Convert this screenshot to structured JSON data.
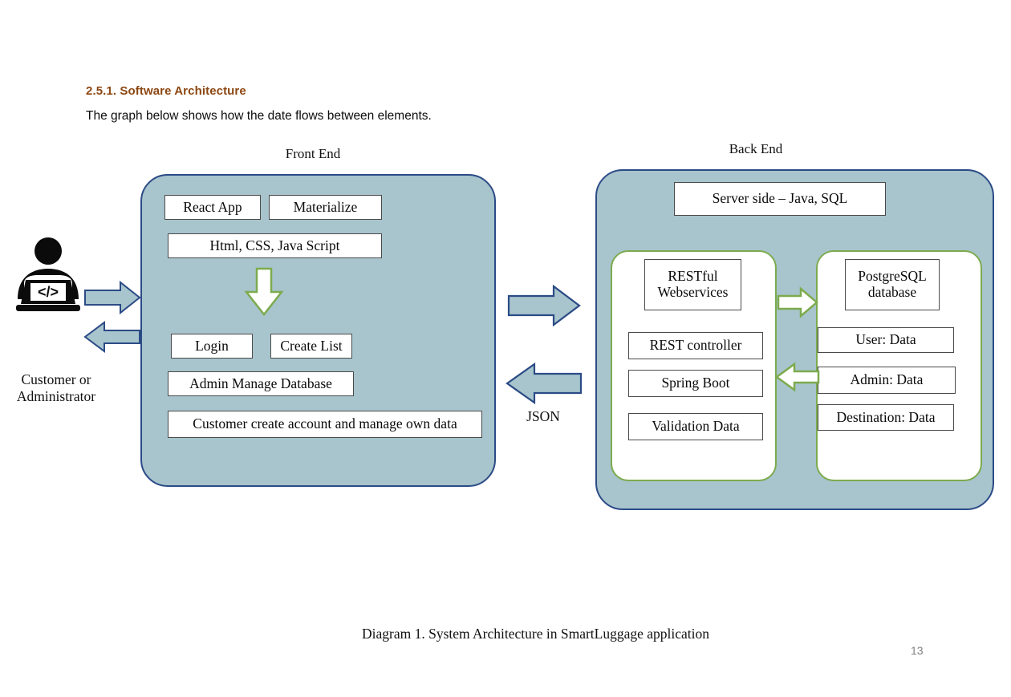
{
  "document": {
    "section_heading": "2.5.1. Software Architecture",
    "intro_paragraph": "The graph below shows how the date flows between elements.",
    "figure_caption": "Diagram 1. System Architecture in SmartLuggage application",
    "page_number": "13",
    "heading_color": "#8d4712"
  },
  "diagram": {
    "panel_fill": "#a8c4cc",
    "panel_border": "#2b4b86",
    "subpanel_border": "#7cab4e",
    "arrow_blue_fill": "#a8c4cc",
    "arrow_blue_border": "#2b4b86",
    "arrow_green_border": "#7cab4e",
    "actor": {
      "icon": "person-at-laptop-icon",
      "screen_glyph": "</>",
      "label": "Customer or\nAdministrator",
      "label_line1": "Customer or",
      "label_line2": "Administrator"
    },
    "frontend": {
      "title": "Front End",
      "boxes": [
        {
          "name": "react-app",
          "label": "React App"
        },
        {
          "name": "materialize",
          "label": "Materialize"
        },
        {
          "name": "html-css-js",
          "label": "Html, CSS, Java Script"
        },
        {
          "name": "login",
          "label": "Login"
        },
        {
          "name": "create-list",
          "label": "Create List"
        },
        {
          "name": "admin-manage-database",
          "label": "Admin Manage Database"
        },
        {
          "name": "customer-account",
          "label": "Customer create account and manage own data"
        }
      ]
    },
    "backend": {
      "title": "Back End",
      "server_side": "Server side – Java, SQL",
      "services": {
        "header": "RESTful\nWebservices",
        "header_line1": "RESTful",
        "header_line2": "Webservices",
        "boxes": [
          {
            "name": "rest-controller",
            "label": "REST controller"
          },
          {
            "name": "spring-boot",
            "label": "Spring Boot"
          },
          {
            "name": "validation-data",
            "label": "Validation Data"
          }
        ]
      },
      "database": {
        "header": "PostgreSQL\ndatabase",
        "header_line1": "PostgreSQL",
        "header_line2": "database",
        "boxes": [
          {
            "name": "user-data",
            "label": "User: Data"
          },
          {
            "name": "admin-data",
            "label": "Admin: Data"
          },
          {
            "name": "destination-data",
            "label": "Destination: Data"
          }
        ]
      }
    },
    "connectors": {
      "json_label": "JSON",
      "arrows": [
        {
          "name": "user-to-frontend",
          "direction": "right",
          "style": "blue"
        },
        {
          "name": "frontend-to-user",
          "direction": "left",
          "style": "blue"
        },
        {
          "name": "frontend-to-backend",
          "direction": "right",
          "style": "blue"
        },
        {
          "name": "backend-to-frontend",
          "direction": "left",
          "style": "blue"
        },
        {
          "name": "html-to-features",
          "direction": "down",
          "style": "green"
        },
        {
          "name": "services-to-database",
          "direction": "right",
          "style": "green"
        },
        {
          "name": "database-to-services",
          "direction": "left",
          "style": "green"
        }
      ]
    }
  }
}
